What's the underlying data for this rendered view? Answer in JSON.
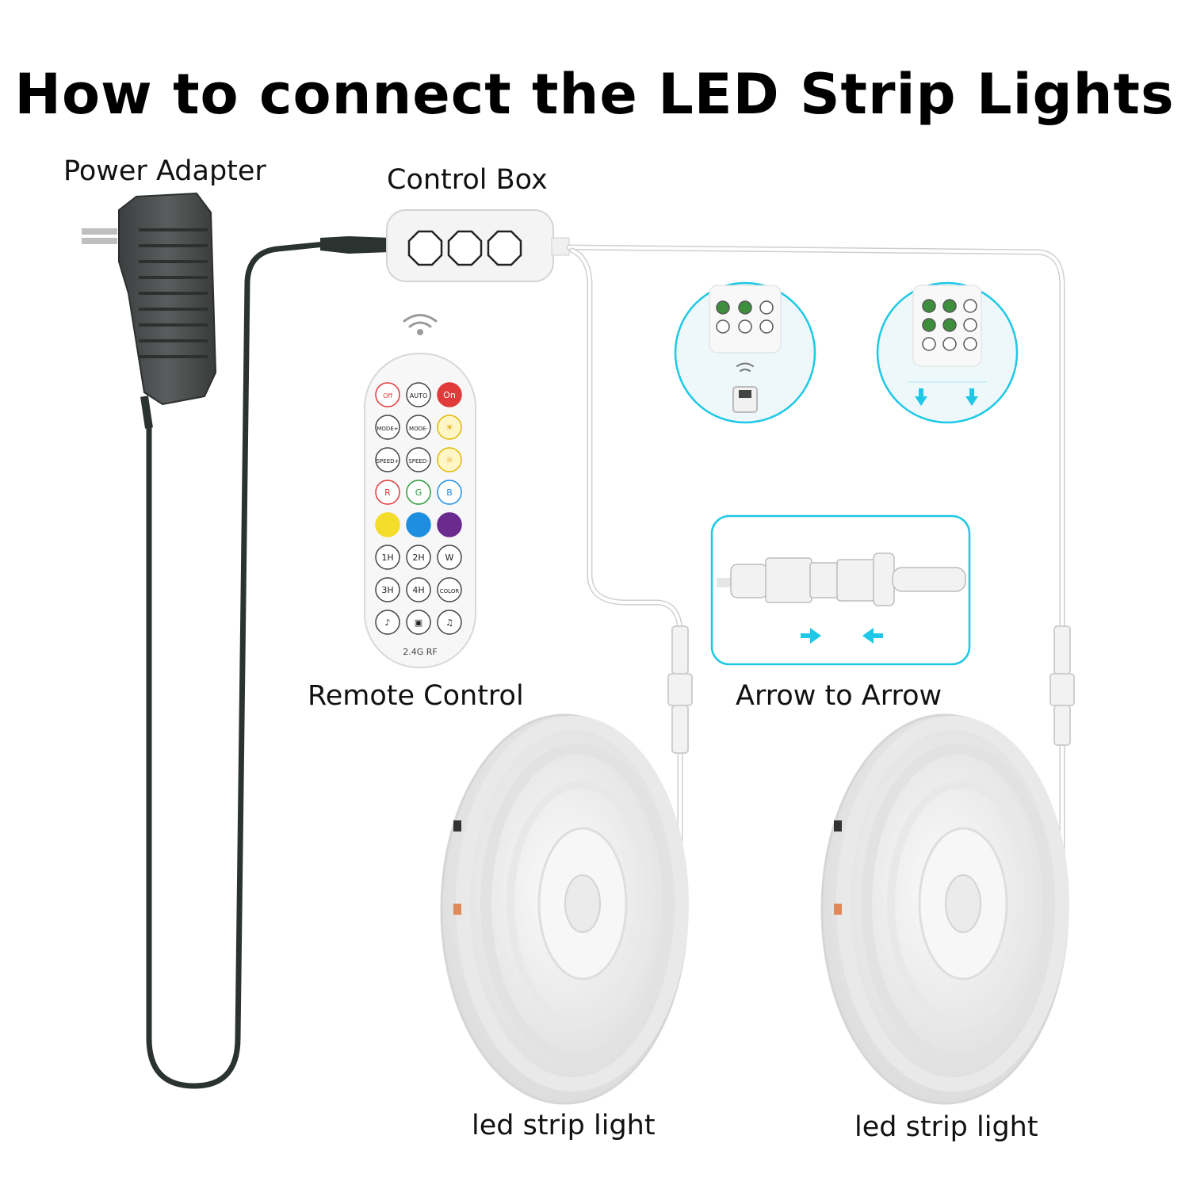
{
  "title": "How to connect the LED Strip Lights",
  "labels": {
    "power_adapter": "Power Adapter",
    "control_box": "Control Box",
    "remote_control": "Remote Control",
    "arrow_to_arrow": "Arrow to Arrow",
    "strip_light_1": "led strip light",
    "strip_light_2": "led strip light"
  },
  "remote": {
    "footer": "2.4G RF",
    "buttons": [
      [
        "Off",
        "AUTO",
        "On"
      ],
      [
        "MODE+",
        "MODE-",
        "sun-bright-icon"
      ],
      [
        "SPEED+",
        "SPEED-",
        "sun-dim-icon"
      ],
      [
        "R",
        "G",
        "B"
      ],
      [
        "yellow",
        "blue",
        "purple"
      ],
      [
        "1H",
        "2H",
        "W"
      ],
      [
        "3H",
        "4H",
        "COLOR"
      ],
      [
        "music-1-icon",
        "lock-icon",
        "music-2-icon"
      ]
    ]
  },
  "colors": {
    "cable_dark": "#2b3330",
    "cable_white": "#ffffff",
    "accent_cyan": "#1ec8e6",
    "red_button": "#e03a3a",
    "yellow_button": "#f3dc2a",
    "blue_button": "#1e8fe0",
    "purple_button": "#6a2a8e"
  }
}
